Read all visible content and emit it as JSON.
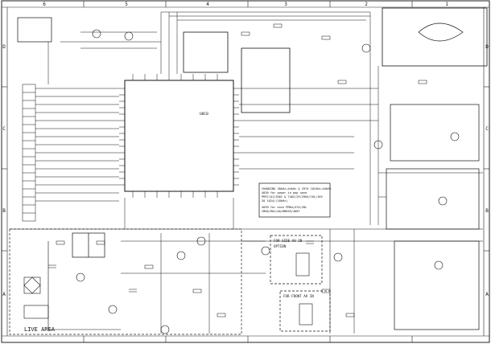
{
  "sheet": {
    "column_labels": [
      "6",
      "5",
      "4",
      "3",
      "2",
      "1"
    ],
    "row_labels_left": [
      "D",
      "C",
      "B",
      "A"
    ],
    "row_labels_right": [
      "D",
      "C",
      "B",
      "A"
    ]
  },
  "regions": {
    "live_area": "LIVE AREA",
    "side_av_note": [
      "FOR SIDE AV IN",
      "OPTION"
    ],
    "front_av_note": "FOR FRONT AV IN"
  },
  "notes": {
    "chassis_lines": [
      "CHANGING 38kHz→44kHz & CRT4 1024Hz→44kHz",
      "4030 for power in pop none",
      "PM37/AJ/JD01 & 7402/29/2904/10L/16V",
      "28 1024/(18kHz)"
    ],
    "option_lines": [
      "4039  for once PM04/47A/28L",
      "CB6A/R01/AA/DB055/4007"
    ]
  },
  "ic": {
    "main_label": "U8C0"
  }
}
